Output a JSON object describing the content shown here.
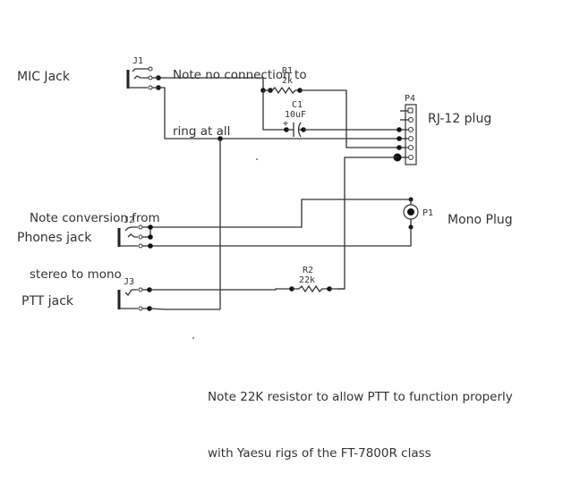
{
  "notes": {
    "ring": [
      "Note no connection to",
      "ring at all"
    ],
    "stereo": [
      "Note conversion from",
      "stereo to mono"
    ],
    "ptt": [
      "Note 22K resistor to allow PTT to function properly",
      "with Yaesu rigs of the FT-7800R class"
    ]
  },
  "labels": {
    "mic_jack": "MIC Jack",
    "phones_jack": "Phones jack",
    "ptt_jack": "PTT jack",
    "rj12": "RJ-12 plug",
    "mono_plug": "Mono Plug"
  },
  "components": {
    "j1": "J1",
    "j2": "J2",
    "j3": "J3",
    "r1_ref": "R1",
    "r1_val": "2k",
    "r2_ref": "R2",
    "r2_val": "22k",
    "c1_ref": "C1",
    "c1_val": "10uF",
    "c1_polarity": "+",
    "p4": "P4",
    "p1": "P1"
  }
}
